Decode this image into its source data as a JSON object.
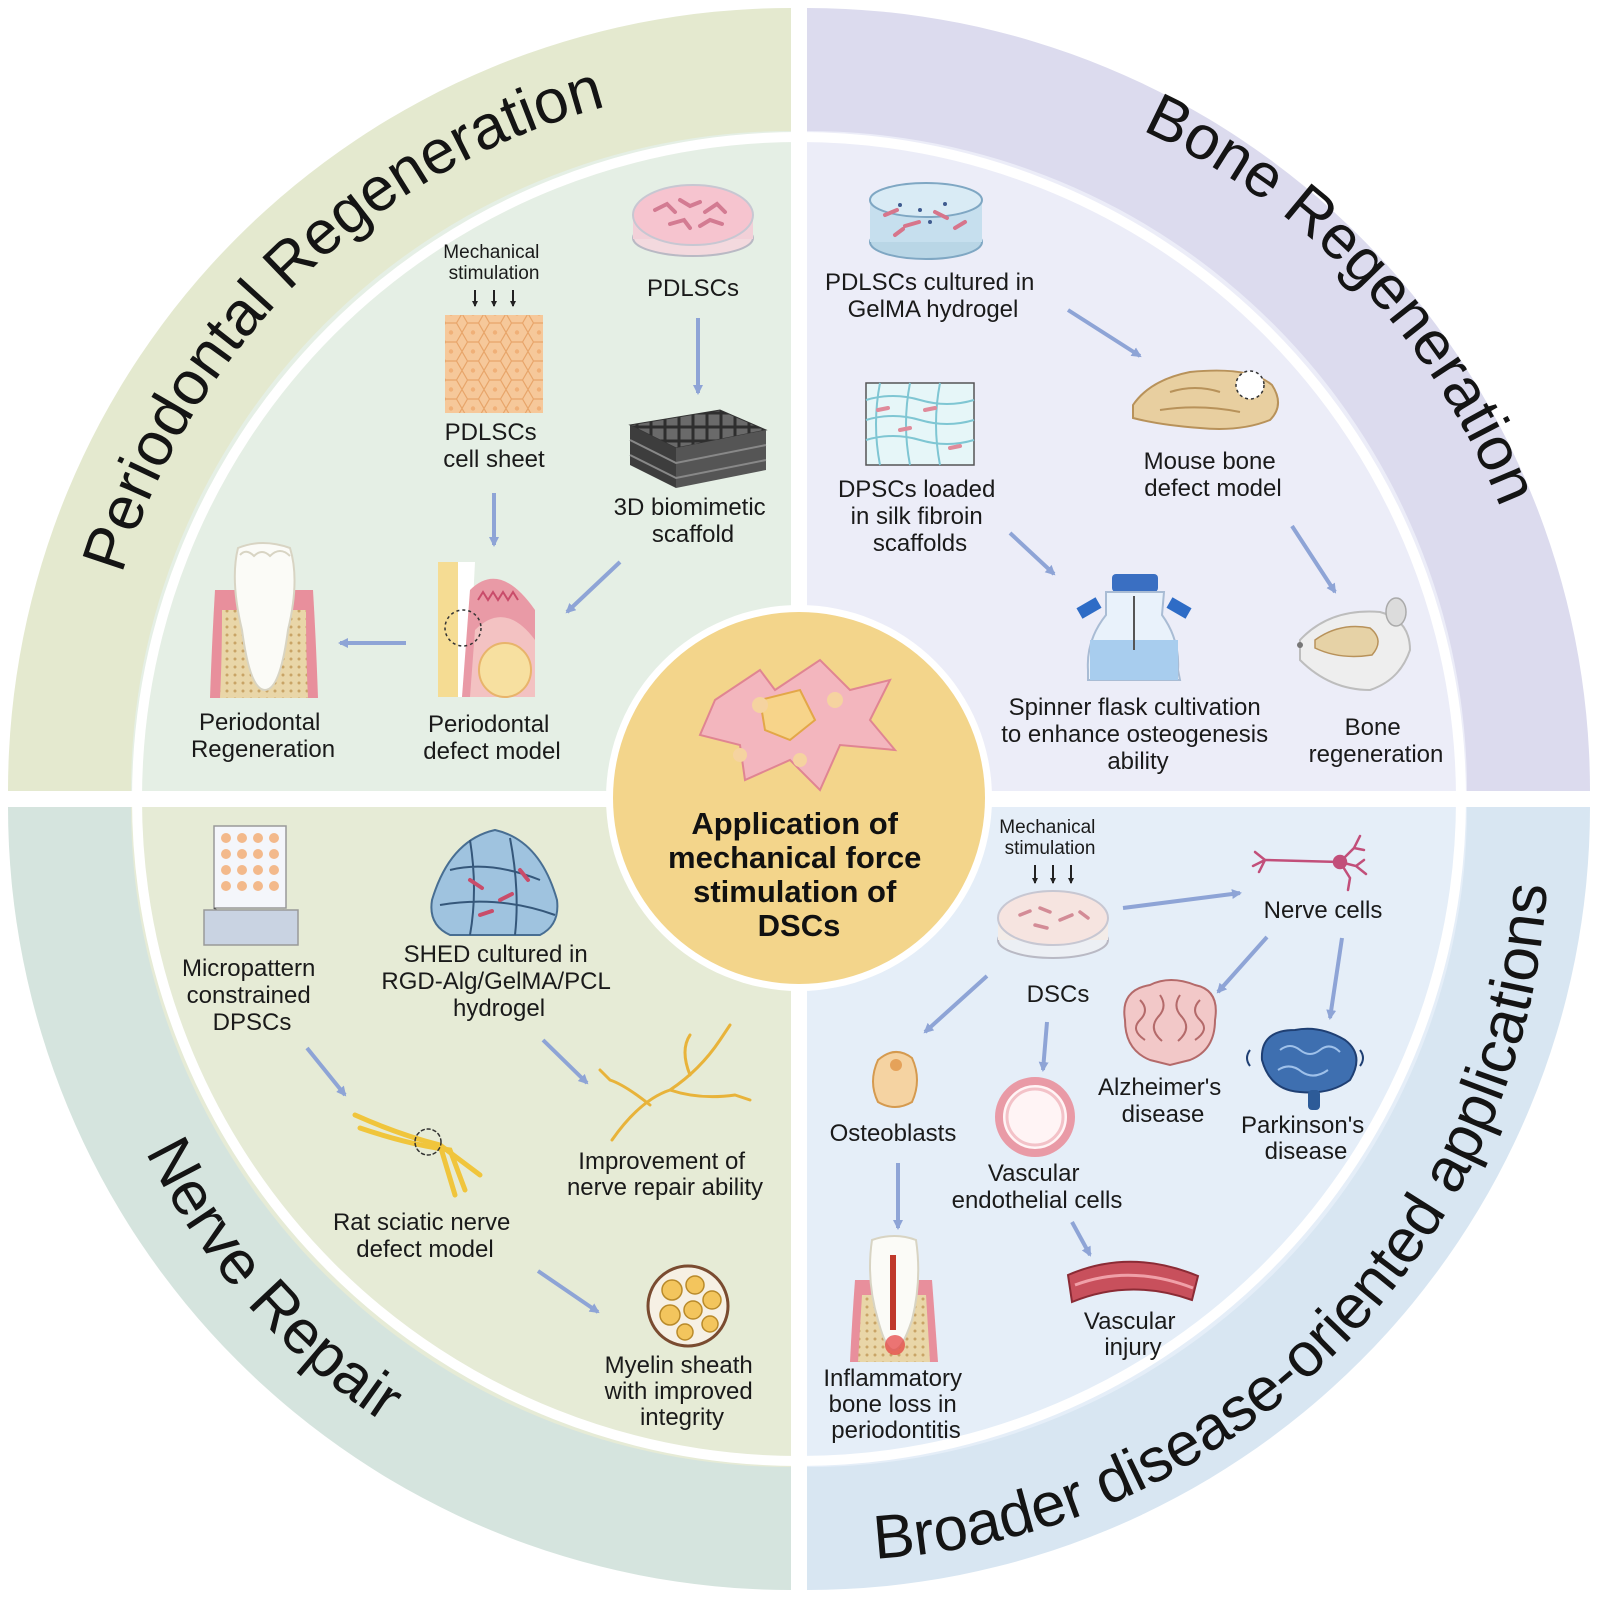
{
  "colors": {
    "ring_periodontal": "#e4e9cf",
    "ring_bone": "#dcdbee",
    "ring_nerve": "#d5e4de",
    "ring_broader": "#d8e6f2",
    "inner_periodontal": "#e5efe5",
    "inner_bone": "#ecedf8",
    "inner_nerve": "#e6ebd6",
    "inner_broader": "#e5eef8",
    "center": "#f3d58b",
    "arrow": "#8ea4d6"
  },
  "center": {
    "lines": [
      "Application of",
      "mechanical force",
      "stimulation of",
      "DSCs"
    ]
  },
  "quadrants": {
    "periodontal": {
      "title": "Periodontal Regeneration",
      "mechanical_stimulation": [
        "Mechanical",
        "stimulation"
      ],
      "pdlscs": [
        "PDLSCs"
      ],
      "cell_sheet": [
        "PDLSCs",
        "cell sheet"
      ],
      "scaffold": [
        "3D biomimetic",
        "scaffold"
      ],
      "defect_model": [
        "Periodontal",
        "defect model"
      ],
      "result": [
        "Periodontal",
        "Regeneration"
      ]
    },
    "bone": {
      "title": "Bone Regeneration",
      "gelma": [
        "PDLSCs cultured in",
        "GelMA hydrogel"
      ],
      "mouse_model": [
        "Mouse bone",
        "defect model"
      ],
      "silk": [
        "DPSCs loaded",
        "in silk fibroin",
        "scaffolds"
      ],
      "spinner": [
        "Spinner flask cultivation",
        "to enhance osteogenesis",
        "ability"
      ],
      "result": [
        "Bone",
        "regeneration"
      ]
    },
    "nerve": {
      "title": "Nerve Repair",
      "micropattern": [
        "Micropattern",
        "constrained",
        "DPSCs"
      ],
      "shed": [
        "SHED cultured in",
        "RGD-Alg/GelMA/PCL",
        "hydrogel"
      ],
      "sciatic": [
        "Rat sciatic nerve",
        "defect model"
      ],
      "improvement": [
        "Improvement of",
        "nerve repair ability"
      ],
      "myelin": [
        "Myelin sheath",
        "with improved",
        "integrity"
      ]
    },
    "broader": {
      "title": "Broader disease-oriented applications",
      "mechanical_stimulation": [
        "Mechanical",
        "stimulation"
      ],
      "dscs": [
        "DSCs"
      ],
      "nerve_cells": [
        "Nerve cells"
      ],
      "alzheimers": [
        "Alzheimer's",
        "disease"
      ],
      "parkinsons": [
        "Parkinson's",
        "disease"
      ],
      "osteoblasts": [
        "Osteoblasts"
      ],
      "vascular_cells": [
        "Vascular",
        "endothelial cells"
      ],
      "periodontitis": [
        "Inflammatory",
        "bone loss in",
        "periodontitis"
      ],
      "vascular_injury": [
        "Vascular",
        "injury"
      ]
    }
  }
}
